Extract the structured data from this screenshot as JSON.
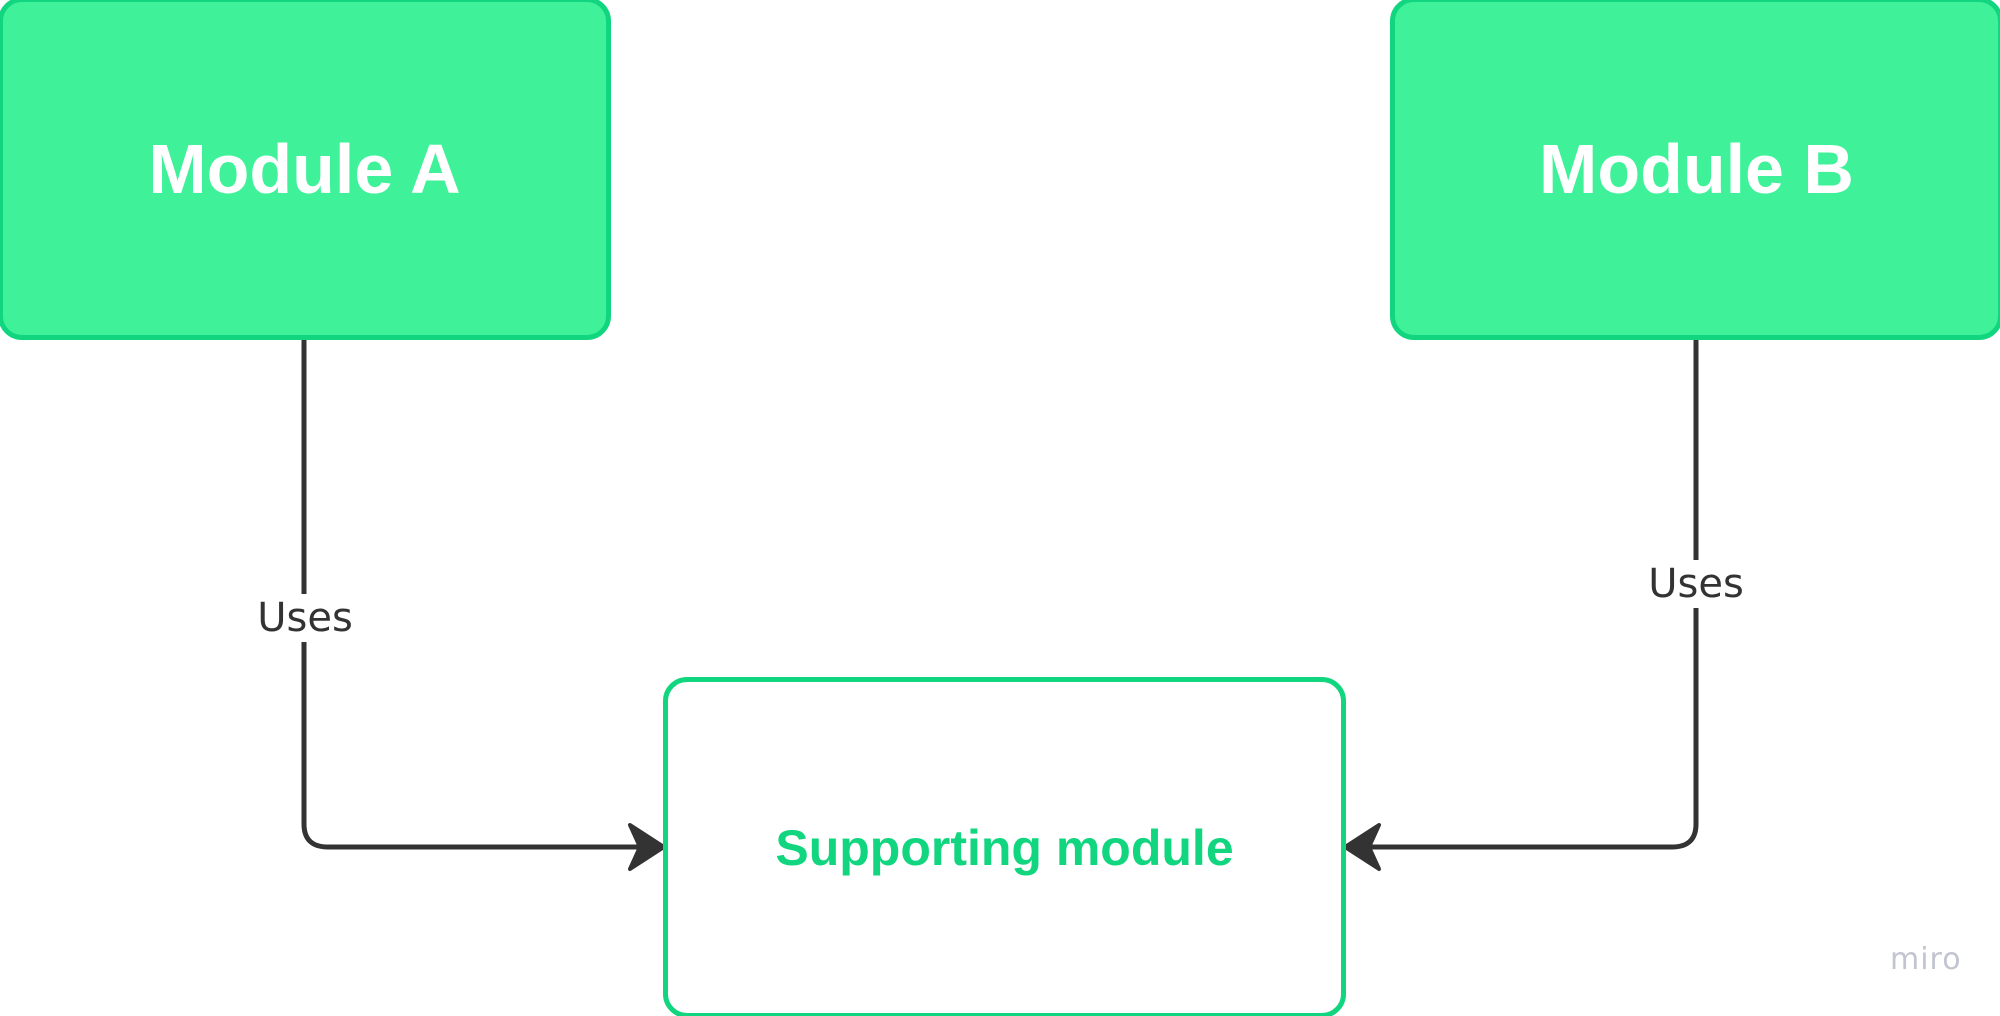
{
  "nodes": {
    "module_a": "Module A",
    "module_b": "Module B",
    "supporting": "Supporting module"
  },
  "edges": {
    "a_to_supporting": "Uses",
    "b_to_supporting": "Uses"
  },
  "watermark": "miro",
  "colors": {
    "node_fill": "#3ff29a",
    "node_border": "#12d67f",
    "connector": "#333333",
    "watermark": "#c2c4d0"
  }
}
